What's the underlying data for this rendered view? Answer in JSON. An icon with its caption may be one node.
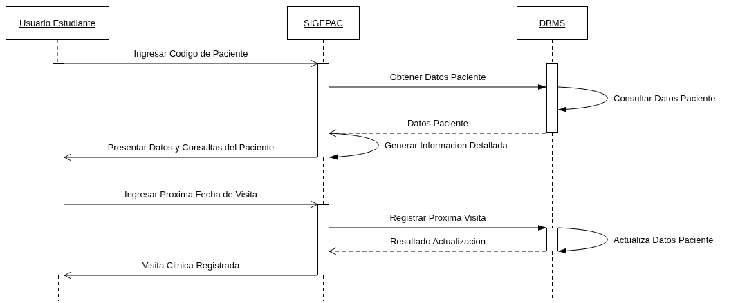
{
  "diagram": {
    "nodes": [
      {
        "text": [
          "Usuario Estudiante"
        ]
      },
      {
        "text": [
          "SIGEPAC"
        ]
      },
      {
        "text": [
          "DBMS"
        ]
      },
      {
        "text": [],
        "shape": "bar"
      },
      {
        "text": [],
        "shape": "bar"
      },
      {
        "text": [],
        "shape": "bar"
      },
      {
        "text": [],
        "shape": "bar"
      },
      {
        "text": [],
        "shape": "bar"
      }
    ],
    "edges": [
      {
        "from": 3,
        "to": 4,
        "arrow": "to",
        "label": "Ingresar Codigo de Paciente"
      },
      {
        "from": 4,
        "to": 5,
        "arrow": "to",
        "label": "Obtener Datos Paciente"
      },
      {
        "from": 5,
        "to": 5,
        "arrow": "to",
        "label": "Consultar Datos Paciente"
      },
      {
        "from": 5,
        "to": 4,
        "arrow": "to",
        "label": "Datos Paciente",
        "style": "dashed"
      },
      {
        "from": 4,
        "to": 4,
        "arrow": "to",
        "label": "Generar Informacion Detallada"
      },
      {
        "from": 4,
        "to": 3,
        "arrow": "to",
        "label": "Presentar Datos y Consultas del Paciente"
      },
      {
        "from": 3,
        "to": 6,
        "arrow": "to",
        "label": "Ingresar Proxima Fecha de Visita"
      },
      {
        "from": 6,
        "to": 7,
        "arrow": "to",
        "label": "Registrar Proxima Visita"
      },
      {
        "from": 7,
        "to": 6,
        "arrow": "to",
        "label": "Resultado Actualizacion",
        "style": "dashed"
      },
      {
        "from": 7,
        "to": 7,
        "arrow": "to",
        "label": "Actualiza Datos Paciente"
      },
      {
        "from": 6,
        "to": 3,
        "arrow": "to",
        "label": "Visita Clinica Registrada"
      },
      {
        "from": 0,
        "to": 3,
        "arrow": "none",
        "style": "dashed"
      },
      {
        "from": 1,
        "to": 4,
        "arrow": "none",
        "style": "dashed"
      },
      {
        "from": 4,
        "to": 6,
        "arrow": "none",
        "style": "dashed"
      },
      {
        "from": 2,
        "to": 5,
        "arrow": "none",
        "style": "dashed"
      },
      {
        "from": 5,
        "to": 7,
        "arrow": "none",
        "style": "dashed"
      }
    ]
  }
}
